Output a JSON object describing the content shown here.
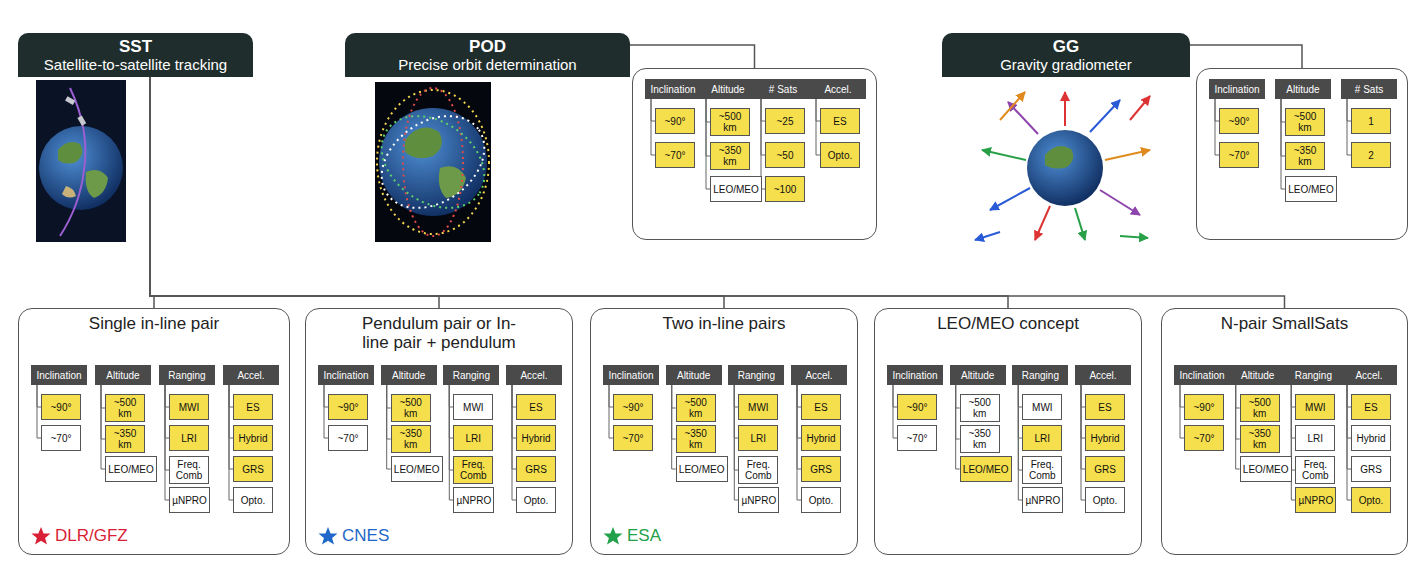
{
  "diagram": {
    "nodes": [
      {
        "text": [
          "SST",
          "Satellite-to-satellite tracking"
        ]
      },
      {
        "text": [
          "POD",
          "Precise orbit determination"
        ]
      },
      {
        "text": []
      },
      {
        "text": [
          "Inclination"
        ],
        "in": 2
      },
      {
        "text": [
          "~90°"
        ],
        "in": 2
      },
      {
        "text": [
          "~70°"
        ],
        "in": 2
      },
      {
        "text": [
          "Altitude"
        ],
        "in": 2
      },
      {
        "text": [
          "~500 km"
        ],
        "in": 2
      },
      {
        "text": [
          "~350 km"
        ],
        "in": 2
      },
      {
        "text": [
          "LEO/MEO"
        ],
        "in": 2
      },
      {
        "text": [
          "# Sats"
        ],
        "in": 2
      },
      {
        "text": [
          "~25"
        ],
        "in": 2
      },
      {
        "text": [
          "~50"
        ],
        "in": 2
      },
      {
        "text": [
          "~100"
        ],
        "in": 2
      },
      {
        "text": [
          "Accel."
        ],
        "in": 2
      },
      {
        "text": [
          "ES"
        ],
        "in": 2
      },
      {
        "text": [
          "Opto."
        ],
        "in": 2
      },
      {
        "text": [
          "GG",
          "Gravity gradiometer"
        ]
      },
      {
        "text": []
      },
      {
        "text": [
          "Inclination"
        ],
        "in": 18
      },
      {
        "text": [
          "~90°"
        ],
        "in": 18
      },
      {
        "text": [
          "~70°"
        ],
        "in": 18
      },
      {
        "text": [
          "Altitude"
        ],
        "in": 18
      },
      {
        "text": [
          "~500 km"
        ],
        "in": 18
      },
      {
        "text": [
          "~350 km"
        ],
        "in": 18
      },
      {
        "text": [
          "LEO/MEO"
        ],
        "in": 18
      },
      {
        "text": [
          "# Sats"
        ],
        "in": 18
      },
      {
        "text": [
          "1"
        ],
        "in": 18
      },
      {
        "text": [
          "2"
        ],
        "in": 18
      },
      {
        "text": [
          "Single in-line pair"
        ]
      },
      {
        "text": [
          "Inclination"
        ],
        "in": 29
      },
      {
        "text": [
          "~90°"
        ],
        "in": 29
      },
      {
        "text": [
          "~70°"
        ],
        "in": 29
      },
      {
        "text": [
          "Altitude"
        ],
        "in": 29
      },
      {
        "text": [
          "~500 km"
        ],
        "in": 29
      },
      {
        "text": [
          "~350 km"
        ],
        "in": 29
      },
      {
        "text": [
          "LEO/MEO"
        ],
        "in": 29
      },
      {
        "text": [
          "Ranging"
        ],
        "in": 29
      },
      {
        "text": [
          "MWI"
        ],
        "in": 29
      },
      {
        "text": [
          "LRI"
        ],
        "in": 29
      },
      {
        "text": [
          "Freq. Comb"
        ],
        "in": 29
      },
      {
        "text": [
          "µNPRO"
        ],
        "in": 29
      },
      {
        "text": [
          "Accel."
        ],
        "in": 29
      },
      {
        "text": [
          "ES"
        ],
        "in": 29
      },
      {
        "text": [
          "Hybrid"
        ],
        "in": 29
      },
      {
        "text": [
          "GRS"
        ],
        "in": 29
      },
      {
        "text": [
          "Opto."
        ],
        "in": 29
      },
      {
        "text": [
          "Pendulum pair or In-line pair + pendulum"
        ]
      },
      {
        "text": [
          "Inclination"
        ],
        "in": 47
      },
      {
        "text": [
          "~90°"
        ],
        "in": 47
      },
      {
        "text": [
          "~70°"
        ],
        "in": 47
      },
      {
        "text": [
          "Altitude"
        ],
        "in": 47
      },
      {
        "text": [
          "~500 km"
        ],
        "in": 47
      },
      {
        "text": [
          "~350 km"
        ],
        "in": 47
      },
      {
        "text": [
          "LEO/MEO"
        ],
        "in": 47
      },
      {
        "text": [
          "Ranging"
        ],
        "in": 47
      },
      {
        "text": [
          "MWI"
        ],
        "in": 47
      },
      {
        "text": [
          "LRI"
        ],
        "in": 47
      },
      {
        "text": [
          "Freq. Comb"
        ],
        "in": 47
      },
      {
        "text": [
          "µNPRO"
        ],
        "in": 47
      },
      {
        "text": [
          "Accel."
        ],
        "in": 47
      },
      {
        "text": [
          "ES"
        ],
        "in": 47
      },
      {
        "text": [
          "Hybrid"
        ],
        "in": 47
      },
      {
        "text": [
          "GRS"
        ],
        "in": 47
      },
      {
        "text": [
          "Opto."
        ],
        "in": 47
      },
      {
        "text": [
          "Two in-line pairs"
        ]
      },
      {
        "text": [
          "Inclination"
        ],
        "in": 65
      },
      {
        "text": [
          "~90°"
        ],
        "in": 65
      },
      {
        "text": [
          "~70°"
        ],
        "in": 65
      },
      {
        "text": [
          "Altitude"
        ],
        "in": 65
      },
      {
        "text": [
          "~500 km"
        ],
        "in": 65
      },
      {
        "text": [
          "~350 km"
        ],
        "in": 65
      },
      {
        "text": [
          "LEO/MEO"
        ],
        "in": 65
      },
      {
        "text": [
          "Ranging"
        ],
        "in": 65
      },
      {
        "text": [
          "MWI"
        ],
        "in": 65
      },
      {
        "text": [
          "LRI"
        ],
        "in": 65
      },
      {
        "text": [
          "Freq. Comb"
        ],
        "in": 65
      },
      {
        "text": [
          "µNPRO"
        ],
        "in": 65
      },
      {
        "text": [
          "Accel."
        ],
        "in": 65
      },
      {
        "text": [
          "ES"
        ],
        "in": 65
      },
      {
        "text": [
          "Hybrid"
        ],
        "in": 65
      },
      {
        "text": [
          "GRS"
        ],
        "in": 65
      },
      {
        "text": [
          "Opto."
        ],
        "in": 65
      },
      {
        "text": [
          "LEO/MEO concept"
        ]
      },
      {
        "text": [
          "Inclination"
        ],
        "in": 83
      },
      {
        "text": [
          "~90°"
        ],
        "in": 83
      },
      {
        "text": [
          "~70°"
        ],
        "in": 83
      },
      {
        "text": [
          "Altitude"
        ],
        "in": 83
      },
      {
        "text": [
          "~500 km"
        ],
        "in": 83
      },
      {
        "text": [
          "~350 km"
        ],
        "in": 83
      },
      {
        "text": [
          "LEO/MEO"
        ],
        "in": 83
      },
      {
        "text": [
          "Ranging"
        ],
        "in": 83
      },
      {
        "text": [
          "MWI"
        ],
        "in": 83
      },
      {
        "text": [
          "LRI"
        ],
        "in": 83
      },
      {
        "text": [
          "Freq. Comb"
        ],
        "in": 83
      },
      {
        "text": [
          "µNPRO"
        ],
        "in": 83
      },
      {
        "text": [
          "Accel."
        ],
        "in": 83
      },
      {
        "text": [
          "ES"
        ],
        "in": 83
      },
      {
        "text": [
          "Hybrid"
        ],
        "in": 83
      },
      {
        "text": [
          "GRS"
        ],
        "in": 83
      },
      {
        "text": [
          "Opto."
        ],
        "in": 83
      },
      {
        "text": [
          "N-pair SmallSats"
        ]
      },
      {
        "text": [
          "Inclination"
        ],
        "in": 101
      },
      {
        "text": [
          "~90°"
        ],
        "in": 101
      },
      {
        "text": [
          "~70°"
        ],
        "in": 101
      },
      {
        "text": [
          "Altitude"
        ],
        "in": 101
      },
      {
        "text": [
          "~500 km"
        ],
        "in": 101
      },
      {
        "text": [
          "~350 km"
        ],
        "in": 101
      },
      {
        "text": [
          "LEO/MEO"
        ],
        "in": 101
      },
      {
        "text": [
          "Ranging"
        ],
        "in": 101
      },
      {
        "text": [
          "MWI"
        ],
        "in": 101
      },
      {
        "text": [
          "LRI"
        ],
        "in": 101
      },
      {
        "text": [
          "Freq. Comb"
        ],
        "in": 101
      },
      {
        "text": [
          "µNPRO"
        ],
        "in": 101
      },
      {
        "text": [
          "Accel."
        ],
        "in": 101
      },
      {
        "text": [
          "ES"
        ],
        "in": 101
      },
      {
        "text": [
          "Hybrid"
        ],
        "in": 101
      },
      {
        "text": [
          "GRS"
        ],
        "in": 101
      },
      {
        "text": [
          "Opto."
        ],
        "in": 101
      }
    ],
    "edges": [
      {
        "from": 1,
        "to": 2,
        "arrow": "none"
      },
      {
        "from": 17,
        "to": 18,
        "arrow": "none"
      },
      {
        "from": 0,
        "to": 29,
        "arrow": "none"
      },
      {
        "from": 0,
        "to": 47,
        "arrow": "none"
      },
      {
        "from": 0,
        "to": 65,
        "arrow": "none"
      },
      {
        "from": 0,
        "to": 83,
        "arrow": "none"
      },
      {
        "from": 0,
        "to": 101,
        "arrow": "none"
      },
      {
        "from": 3,
        "to": 4,
        "arrow": "none"
      },
      {
        "from": 3,
        "to": 5,
        "arrow": "none"
      },
      {
        "from": 6,
        "to": 7,
        "arrow": "none"
      },
      {
        "from": 6,
        "to": 8,
        "arrow": "none"
      },
      {
        "from": 6,
        "to": 9,
        "arrow": "none"
      },
      {
        "from": 10,
        "to": 11,
        "arrow": "none"
      },
      {
        "from": 10,
        "to": 12,
        "arrow": "none"
      },
      {
        "from": 10,
        "to": 13,
        "arrow": "none"
      },
      {
        "from": 14,
        "to": 15,
        "arrow": "none"
      },
      {
        "from": 14,
        "to": 16,
        "arrow": "none"
      },
      {
        "from": 19,
        "to": 20,
        "arrow": "none"
      },
      {
        "from": 19,
        "to": 21,
        "arrow": "none"
      },
      {
        "from": 22,
        "to": 23,
        "arrow": "none"
      },
      {
        "from": 22,
        "to": 24,
        "arrow": "none"
      },
      {
        "from": 22,
        "to": 25,
        "arrow": "none"
      },
      {
        "from": 26,
        "to": 27,
        "arrow": "none"
      },
      {
        "from": 26,
        "to": 28,
        "arrow": "none"
      },
      {
        "from": 30,
        "to": 31,
        "arrow": "none"
      },
      {
        "from": 30,
        "to": 32,
        "arrow": "none"
      },
      {
        "from": 33,
        "to": 34,
        "arrow": "none"
      },
      {
        "from": 33,
        "to": 35,
        "arrow": "none"
      },
      {
        "from": 33,
        "to": 36,
        "arrow": "none"
      },
      {
        "from": 37,
        "to": 38,
        "arrow": "none"
      },
      {
        "from": 37,
        "to": 39,
        "arrow": "none"
      },
      {
        "from": 37,
        "to": 40,
        "arrow": "none"
      },
      {
        "from": 37,
        "to": 41,
        "arrow": "none"
      },
      {
        "from": 42,
        "to": 43,
        "arrow": "none"
      },
      {
        "from": 42,
        "to": 44,
        "arrow": "none"
      },
      {
        "from": 42,
        "to": 45,
        "arrow": "none"
      },
      {
        "from": 42,
        "to": 46,
        "arrow": "none"
      },
      {
        "from": 48,
        "to": 49,
        "arrow": "none"
      },
      {
        "from": 48,
        "to": 50,
        "arrow": "none"
      },
      {
        "from": 51,
        "to": 52,
        "arrow": "none"
      },
      {
        "from": 51,
        "to": 53,
        "arrow": "none"
      },
      {
        "from": 51,
        "to": 54,
        "arrow": "none"
      },
      {
        "from": 55,
        "to": 56,
        "arrow": "none"
      },
      {
        "from": 55,
        "to": 57,
        "arrow": "none"
      },
      {
        "from": 55,
        "to": 58,
        "arrow": "none"
      },
      {
        "from": 55,
        "to": 59,
        "arrow": "none"
      },
      {
        "from": 60,
        "to": 61,
        "arrow": "none"
      },
      {
        "from": 60,
        "to": 62,
        "arrow": "none"
      },
      {
        "from": 60,
        "to": 63,
        "arrow": "none"
      },
      {
        "from": 60,
        "to": 64,
        "arrow": "none"
      },
      {
        "from": 66,
        "to": 67,
        "arrow": "none"
      },
      {
        "from": 66,
        "to": 68,
        "arrow": "none"
      },
      {
        "from": 69,
        "to": 70,
        "arrow": "none"
      },
      {
        "from": 69,
        "to": 71,
        "arrow": "none"
      },
      {
        "from": 69,
        "to": 72,
        "arrow": "none"
      },
      {
        "from": 73,
        "to": 74,
        "arrow": "none"
      },
      {
        "from": 73,
        "to": 75,
        "arrow": "none"
      },
      {
        "from": 73,
        "to": 76,
        "arrow": "none"
      },
      {
        "from": 73,
        "to": 77,
        "arrow": "none"
      },
      {
        "from": 78,
        "to": 79,
        "arrow": "none"
      },
      {
        "from": 78,
        "to": 80,
        "arrow": "none"
      },
      {
        "from": 78,
        "to": 81,
        "arrow": "none"
      },
      {
        "from": 78,
        "to": 82,
        "arrow": "none"
      },
      {
        "from": 84,
        "to": 85,
        "arrow": "none"
      },
      {
        "from": 84,
        "to": 86,
        "arrow": "none"
      },
      {
        "from": 87,
        "to": 88,
        "arrow": "none"
      },
      {
        "from": 87,
        "to": 89,
        "arrow": "none"
      },
      {
        "from": 87,
        "to": 90,
        "arrow": "none"
      },
      {
        "from": 91,
        "to": 92,
        "arrow": "none"
      },
      {
        "from": 91,
        "to": 93,
        "arrow": "none"
      },
      {
        "from": 91,
        "to": 94,
        "arrow": "none"
      },
      {
        "from": 91,
        "to": 95,
        "arrow": "none"
      },
      {
        "from": 96,
        "to": 97,
        "arrow": "none"
      },
      {
        "from": 96,
        "to": 98,
        "arrow": "none"
      },
      {
        "from": 96,
        "to": 99,
        "arrow": "none"
      },
      {
        "from": 96,
        "to": 100,
        "arrow": "none"
      },
      {
        "from": 102,
        "to": 103,
        "arrow": "none"
      },
      {
        "from": 102,
        "to": 104,
        "arrow": "none"
      },
      {
        "from": 105,
        "to": 106,
        "arrow": "none"
      },
      {
        "from": 105,
        "to": 107,
        "arrow": "none"
      },
      {
        "from": 105,
        "to": 108,
        "arrow": "none"
      },
      {
        "from": 109,
        "to": 110,
        "arrow": "none"
      },
      {
        "from": 109,
        "to": 111,
        "arrow": "none"
      },
      {
        "from": 109,
        "to": 112,
        "arrow": "none"
      },
      {
        "from": 109,
        "to": 113,
        "arrow": "none"
      },
      {
        "from": 114,
        "to": 115,
        "arrow": "none"
      },
      {
        "from": 114,
        "to": 116,
        "arrow": "none"
      },
      {
        "from": 114,
        "to": 117,
        "arrow": "none"
      },
      {
        "from": 114,
        "to": 118,
        "arrow": "none"
      }
    ],
    "labels": [
      "DLR/GFZ",
      "CNES",
      "ESA"
    ]
  }
}
